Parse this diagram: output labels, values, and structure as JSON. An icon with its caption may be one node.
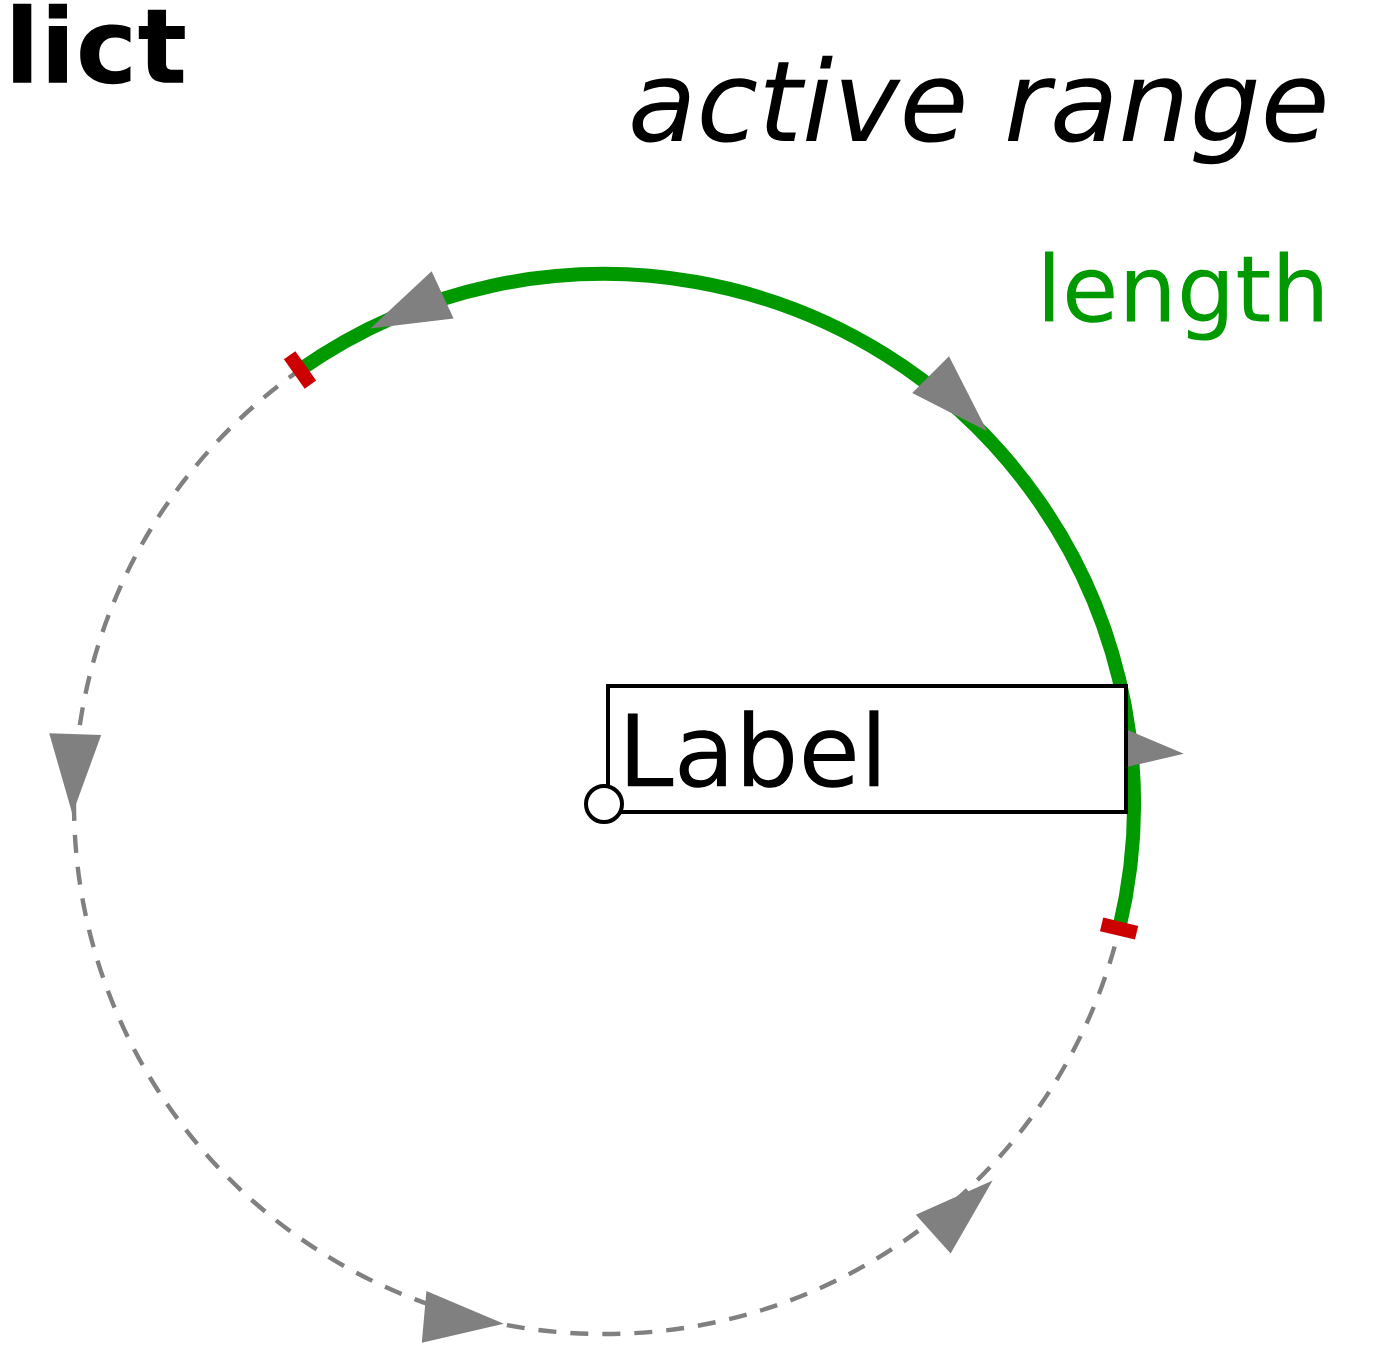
{
  "diagram": {
    "nodes": [
      {
        "text": [
          "Label"
        ]
      }
    ],
    "labels": [
      "lict",
      "active range",
      "length"
    ]
  }
}
